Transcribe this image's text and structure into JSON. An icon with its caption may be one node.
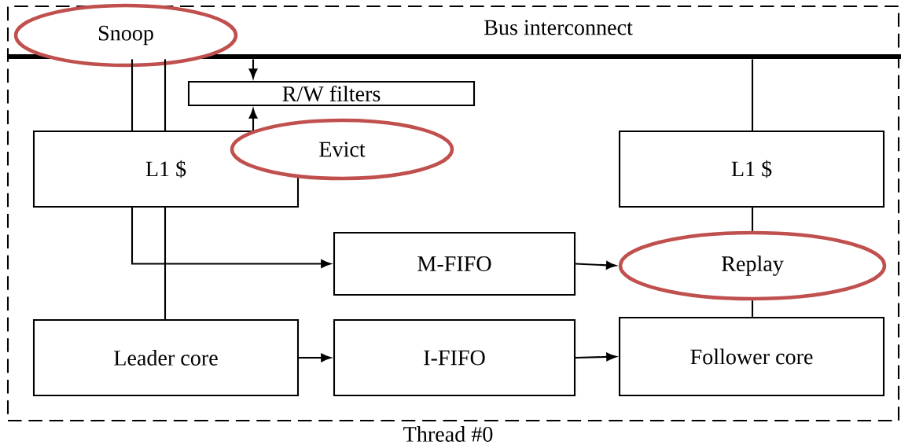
{
  "diagram": {
    "nodes": [
      {
        "text": [
          "Thread #0"
        ]
      },
      {
        "text": [
          "Bus interconnect"
        ],
        "in": 0
      },
      {
        "text": [
          "Snoop"
        ],
        "in": 0
      },
      {
        "text": [
          "R/W filters"
        ],
        "in": 0
      },
      {
        "text": [
          "L1 $"
        ],
        "in": 0
      },
      {
        "text": [
          "Evict"
        ],
        "in": 0
      },
      {
        "text": [
          "L1 $"
        ],
        "in": 0
      },
      {
        "text": [
          "M-FIFO"
        ],
        "in": 0
      },
      {
        "text": [
          "Replay"
        ],
        "in": 0
      },
      {
        "text": [
          "Leader core"
        ],
        "in": 0
      },
      {
        "text": [
          "I-FIFO"
        ],
        "in": 0
      },
      {
        "text": [
          "Follower core"
        ],
        "in": 0
      }
    ],
    "edges": [
      {
        "from": 1,
        "to": 3,
        "arrow": "to"
      },
      {
        "from": 4,
        "to": 3,
        "arrow": "to"
      },
      {
        "from": 1,
        "to": 4,
        "arrow": "none"
      },
      {
        "from": 1,
        "to": 4,
        "arrow": "none"
      },
      {
        "from": 4,
        "to": 7,
        "arrow": "to"
      },
      {
        "from": 4,
        "to": 9,
        "arrow": "none"
      },
      {
        "from": 7,
        "to": 8,
        "arrow": "to"
      },
      {
        "from": 9,
        "to": 10,
        "arrow": "to"
      },
      {
        "from": 10,
        "to": 11,
        "arrow": "to"
      },
      {
        "from": 1,
        "to": 6,
        "arrow": "none"
      },
      {
        "from": 6,
        "to": 8,
        "arrow": "none"
      },
      {
        "from": 8,
        "to": 11,
        "arrow": "none"
      }
    ]
  }
}
